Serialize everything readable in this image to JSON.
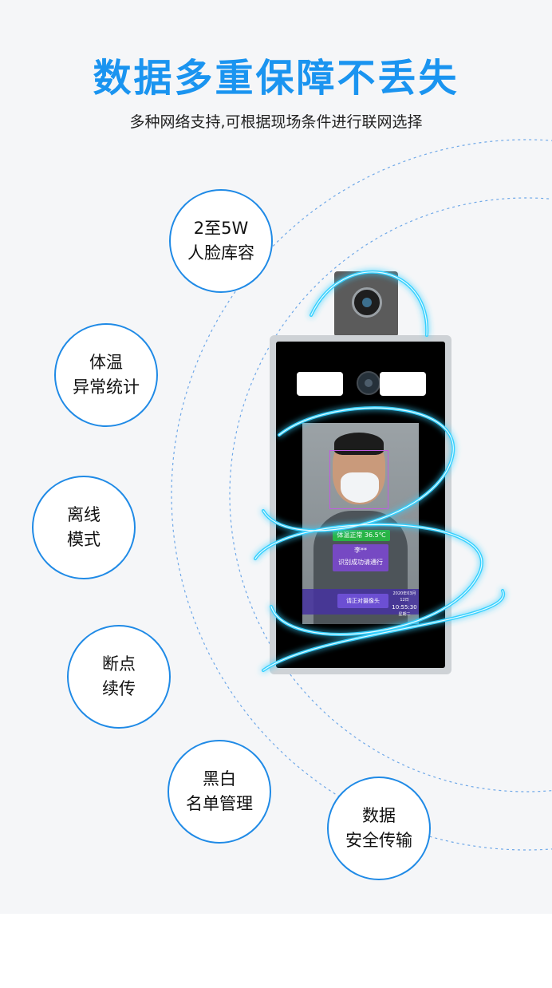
{
  "header": {
    "title": "数据多重保障不丢失",
    "subtitle": "多种网络支持,可根据现场条件进行联网选择"
  },
  "features": [
    {
      "line1": "2至5W",
      "line2": "人脸库容"
    },
    {
      "line1": "体温",
      "line2": "异常统计"
    },
    {
      "line1": "离线",
      "line2": "模式"
    },
    {
      "line1": "断点",
      "line2": "续传"
    },
    {
      "line1": "黑白",
      "line2": "名单管理"
    },
    {
      "line1": "数据",
      "line2": "安全传输"
    }
  ],
  "device_screen": {
    "temperature_badge": "体温正常 36.5℃",
    "name": "李**",
    "status": "识别成功请通行",
    "prompt": "请正对摄像头",
    "date": "2020年03月12日",
    "time": "10:55:30",
    "weekday": "星期二"
  },
  "colors": {
    "accent": "#1a94f0",
    "bubble_border": "#1f8ae6",
    "glow": "#1fc8ff"
  }
}
